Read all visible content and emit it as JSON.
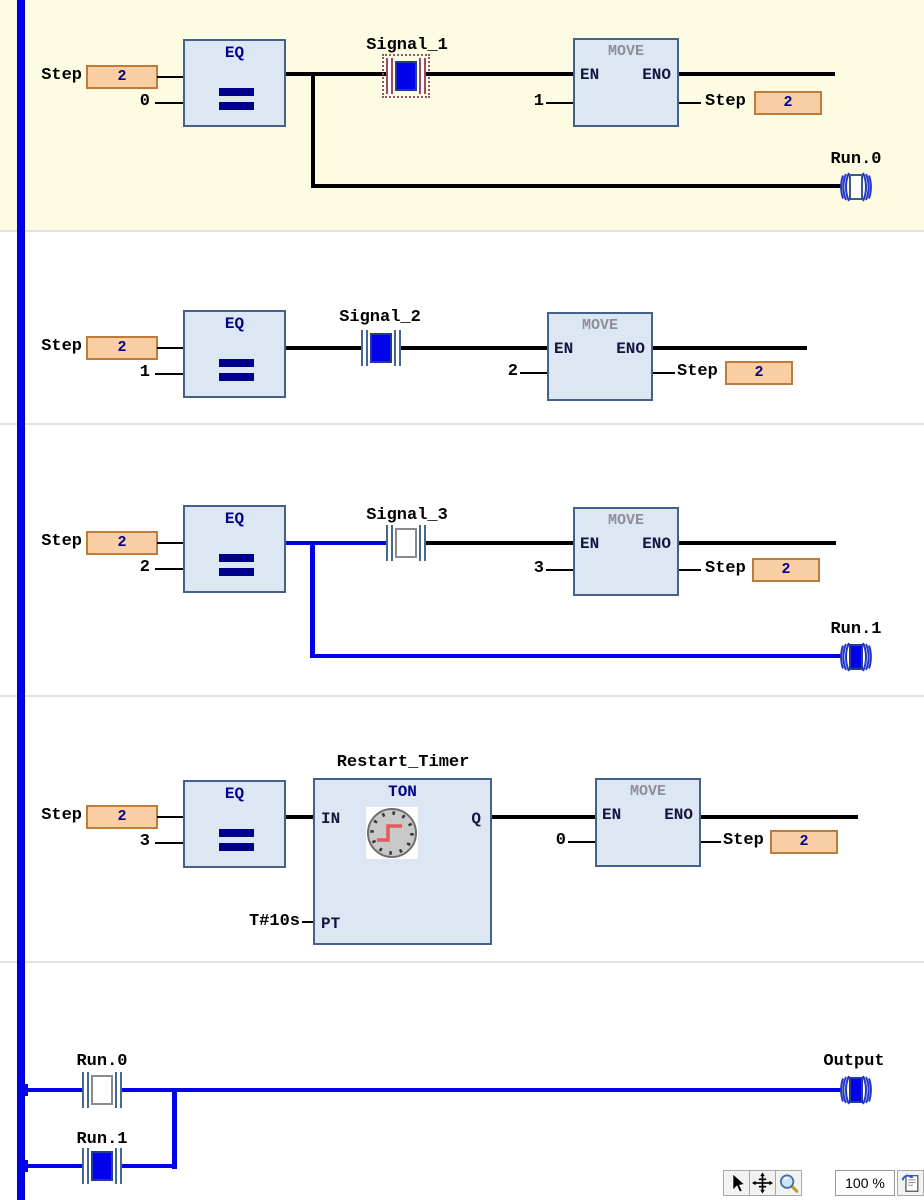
{
  "networks": {
    "n1": {
      "selected": true,
      "var": "Step",
      "var_value": "2",
      "cmp": "0",
      "eq_title": "EQ",
      "eq_symbol": "=",
      "contact": "Signal_1",
      "contact_state": true,
      "contact_selected": true,
      "move_title": "MOVE",
      "en": "EN",
      "eno": "ENO",
      "move_in": "1",
      "out_var": "Step",
      "out_value": "2",
      "coil": "Run.0",
      "coil_state": false
    },
    "n2": {
      "var": "Step",
      "var_value": "2",
      "cmp": "1",
      "eq_title": "EQ",
      "eq_symbol": "=",
      "contact": "Signal_2",
      "contact_state": true,
      "move_title": "MOVE",
      "en": "EN",
      "eno": "ENO",
      "move_in": "2",
      "out_var": "Step",
      "out_value": "2"
    },
    "n3": {
      "var": "Step",
      "var_value": "2",
      "cmp": "2",
      "eq_title": "EQ",
      "eq_symbol": "=",
      "contact": "Signal_3",
      "contact_state": false,
      "move_title": "MOVE",
      "en": "EN",
      "eno": "ENO",
      "move_in": "3",
      "out_var": "Step",
      "out_value": "2",
      "coil": "Run.1",
      "coil_state": true
    },
    "n4": {
      "var": "Step",
      "var_value": "2",
      "cmp": "3",
      "eq_title": "EQ",
      "eq_symbol": "=",
      "timer_instance": "Restart_Timer",
      "timer_type": "TON",
      "pin_in": "IN",
      "pin_q": "Q",
      "pin_pt": "PT",
      "pt_value": "T#10s",
      "move_title": "MOVE",
      "en": "EN",
      "eno": "ENO",
      "move_in": "0",
      "out_var": "Step",
      "out_value": "2"
    },
    "n5": {
      "contact_top": "Run.0",
      "contact_top_state": false,
      "contact_bottom": "Run.1",
      "contact_bottom_state": true,
      "coil": "Output",
      "coil_state": true
    }
  },
  "toolbar": {
    "zoom_level": "100 %",
    "buttons": [
      "cursor-arrow",
      "pan-move",
      "zoom-magnifier",
      "document-zoom"
    ]
  },
  "colors": {
    "power_rail": "#0202EC",
    "wire_true": "#0202EC",
    "wire_false": "#000000",
    "block_fill": "#DDE6F3",
    "block_border": "#44618C",
    "value_box_fill": "#F9CEA2",
    "value_box_border": "#BE7B3C",
    "value_text": "#00008B",
    "selected_network_bg": "#FDFBE2",
    "block_title": "#00008B",
    "move_title": "#8E8E96"
  }
}
